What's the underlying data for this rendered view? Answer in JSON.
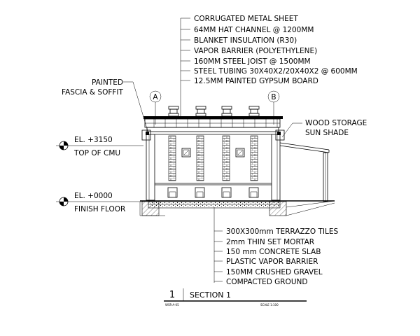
{
  "roof_callouts": [
    "CORRUGATED METAL SHEET",
    "64MM HAT CHANNEL @ 1200MM",
    "BLANKET INSULATION (R30)",
    "VAPOR BARRIER (POLYETHYLENE)",
    "160MM STEEL JOIST @ 1500MM",
    "STEEL TUBING 30X40X2/20X40X2 @ 600MM",
    "12.5MM PAINTED GYPSUM BOARD"
  ],
  "fascia_label": [
    "PAINTED",
    "FASCIA & SOFFIT"
  ],
  "shade_label": [
    "WOOD STORAGE",
    "SUN SHADE"
  ],
  "grid_a": "A",
  "grid_b": "B",
  "elev_top": {
    "value": "EL. +3150",
    "name": "TOP OF CMU"
  },
  "elev_floor": {
    "value": "EL. +0000",
    "name": "FINISH FLOOR"
  },
  "floor_callouts": [
    "300X300mm TERRAZZO TILES",
    "2mm THIN SET MORTAR",
    "150 mm CONCRETE SLAB",
    "PLASTIC VAPOR BARRIER",
    "150MM CRUSHED GRAVEL",
    "COMPACTED GROUND"
  ],
  "title_block": {
    "number": "1",
    "title": "SECTION 1",
    "sheet_ref": "WSR-A-05",
    "scale": "SCALE   1:100"
  }
}
